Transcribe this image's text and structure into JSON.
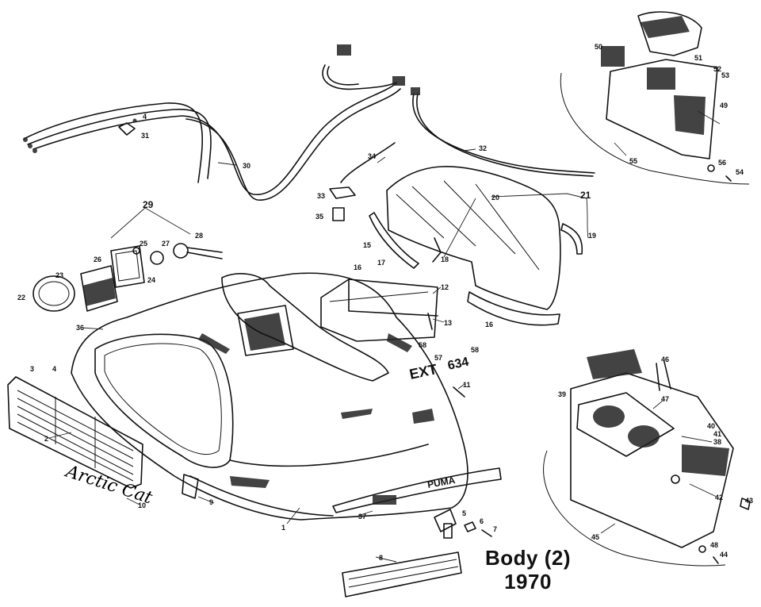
{
  "title": {
    "line1": "Body (2)",
    "line2": "1970"
  },
  "emblems": {
    "script_name": "Arctic Cat",
    "hood_name": "PUMA",
    "ext_badge": "EXT",
    "model_badge": "634"
  },
  "callouts": [
    {
      "id": "c1",
      "label": "1"
    },
    {
      "id": "c2",
      "label": "2"
    },
    {
      "id": "c3",
      "label": "3"
    },
    {
      "id": "c4a",
      "label": "4"
    },
    {
      "id": "c4b",
      "label": "4"
    },
    {
      "id": "c5",
      "label": "5"
    },
    {
      "id": "c6",
      "label": "6"
    },
    {
      "id": "c7",
      "label": "7"
    },
    {
      "id": "c8",
      "label": "8"
    },
    {
      "id": "c9",
      "label": "9"
    },
    {
      "id": "c10",
      "label": "10"
    },
    {
      "id": "c11",
      "label": "11"
    },
    {
      "id": "c12",
      "label": "12"
    },
    {
      "id": "c13",
      "label": "13"
    },
    {
      "id": "c15",
      "label": "15"
    },
    {
      "id": "c16",
      "label": "16"
    },
    {
      "id": "c17",
      "label": "17"
    },
    {
      "id": "c18",
      "label": "18"
    },
    {
      "id": "c19",
      "label": "19"
    },
    {
      "id": "c20",
      "label": "20"
    },
    {
      "id": "c21",
      "label": "21"
    },
    {
      "id": "c22",
      "label": "22"
    },
    {
      "id": "c23",
      "label": "23"
    },
    {
      "id": "c24",
      "label": "24"
    },
    {
      "id": "c25",
      "label": "25"
    },
    {
      "id": "c26",
      "label": "26"
    },
    {
      "id": "c27",
      "label": "27"
    },
    {
      "id": "c28",
      "label": "28"
    },
    {
      "id": "c29",
      "label": "29"
    },
    {
      "id": "c30",
      "label": "30"
    },
    {
      "id": "c31",
      "label": "31"
    },
    {
      "id": "c32",
      "label": "32"
    },
    {
      "id": "c33",
      "label": "33"
    },
    {
      "id": "c34",
      "label": "34"
    },
    {
      "id": "c35",
      "label": "35"
    },
    {
      "id": "c36",
      "label": "36"
    },
    {
      "id": "c37",
      "label": "37"
    },
    {
      "id": "c38",
      "label": "38"
    },
    {
      "id": "c39",
      "label": "39"
    },
    {
      "id": "c40",
      "label": "40"
    },
    {
      "id": "c41",
      "label": "41"
    },
    {
      "id": "c42",
      "label": "42"
    },
    {
      "id": "c43",
      "label": "43"
    },
    {
      "id": "c44",
      "label": "44"
    },
    {
      "id": "c45",
      "label": "45"
    },
    {
      "id": "c46",
      "label": "46"
    },
    {
      "id": "c47",
      "label": "47"
    },
    {
      "id": "c48",
      "label": "48"
    },
    {
      "id": "c49",
      "label": "49"
    },
    {
      "id": "c50",
      "label": "50"
    },
    {
      "id": "c51",
      "label": "51"
    },
    {
      "id": "c52",
      "label": "52"
    },
    {
      "id": "c53",
      "label": "53"
    },
    {
      "id": "c54",
      "label": "54"
    },
    {
      "id": "c55",
      "label": "55"
    },
    {
      "id": "c56",
      "label": "56"
    },
    {
      "id": "c57",
      "label": "57"
    },
    {
      "id": "c58a",
      "label": "58"
    },
    {
      "id": "c58b",
      "label": "58"
    },
    {
      "id": "c16b",
      "label": "16"
    }
  ]
}
